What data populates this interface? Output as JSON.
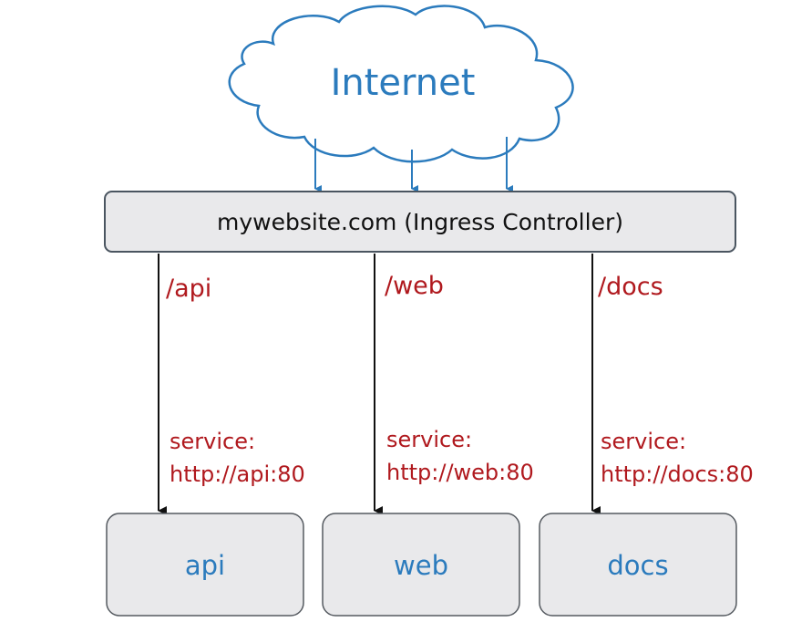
{
  "cloud": {
    "label": "Internet",
    "stroke_color": "#2b7bbd"
  },
  "controller": {
    "label": "mywebsite.com (Ingress Controller)",
    "fill_color": "#e9e9eb",
    "stroke_color": "#4a5560"
  },
  "routes": [
    {
      "path": "/api",
      "service_line1": "service:",
      "service_line2": "http://api:80",
      "target": "api"
    },
    {
      "path": "/web",
      "service_line1": "service:",
      "service_line2": "http://web:80",
      "target": "web"
    },
    {
      "path": "/docs",
      "service_line1": "service:",
      "service_line2": "http://docs:80",
      "target": "docs"
    }
  ],
  "colors": {
    "route_text": "#b0191e",
    "target_text": "#2b7bbd",
    "box_fill": "#e9e9eb",
    "box_stroke": "#555a60",
    "arrow_black": "#111111",
    "arrow_blue": "#2b7bbd"
  }
}
